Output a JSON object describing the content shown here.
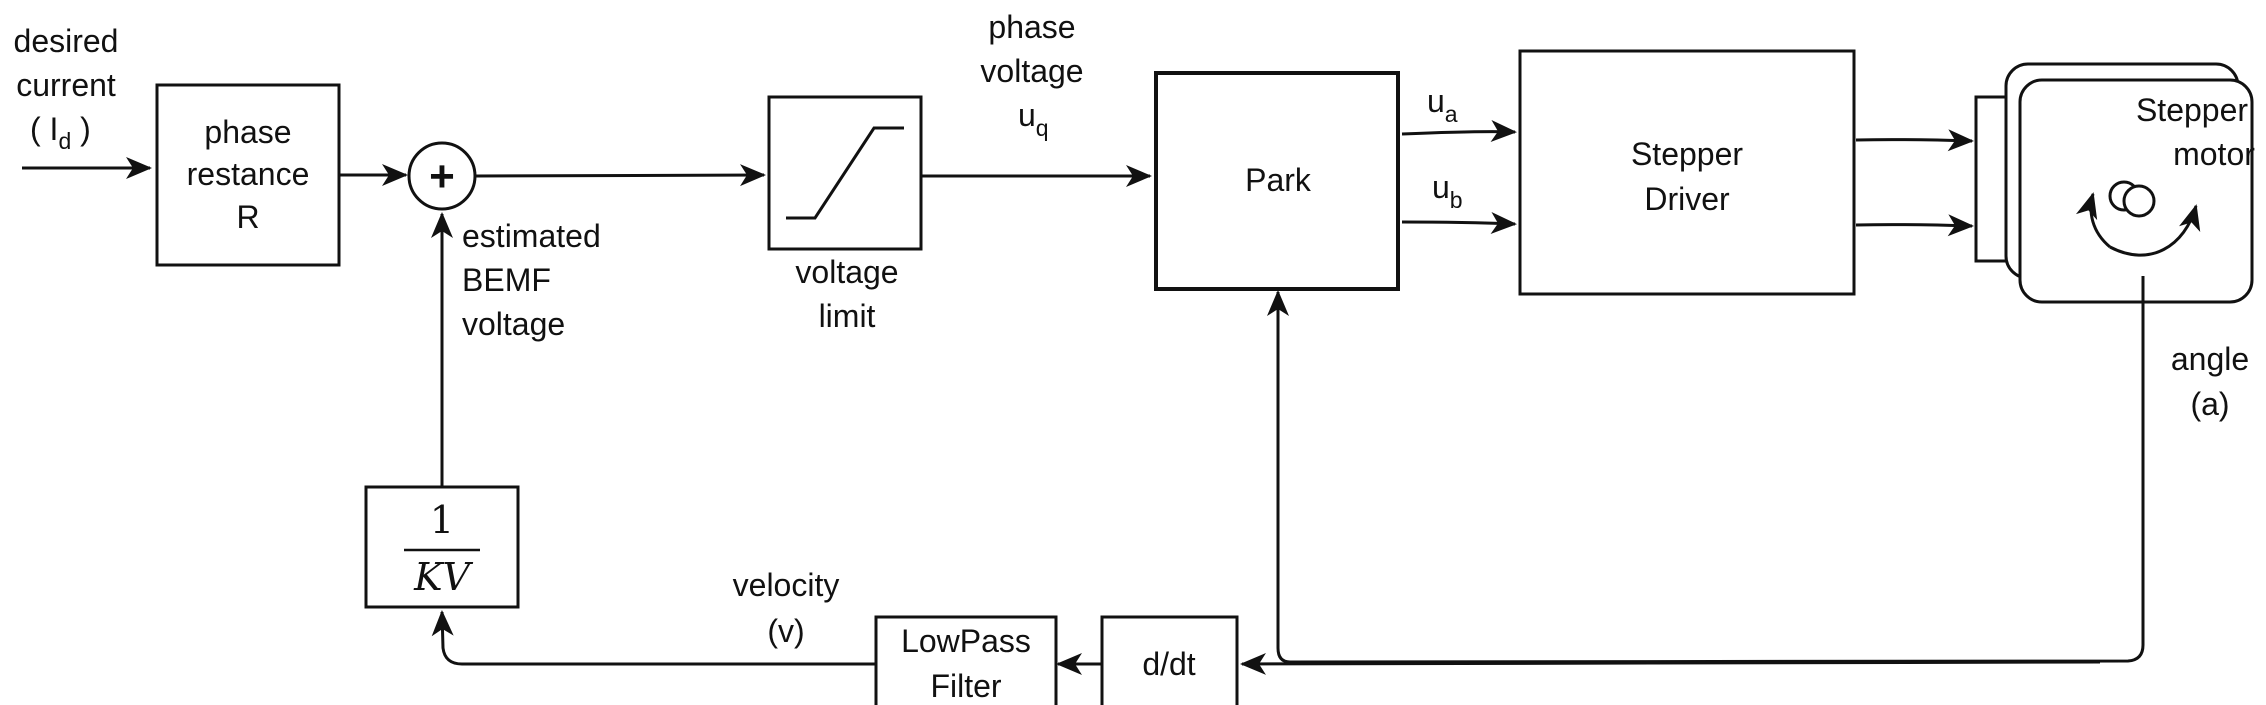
{
  "inputs": {
    "desired_current": [
      "desired",
      "current"
    ],
    "id_open": "( I",
    "id_sub": "d",
    "id_close": " )"
  },
  "blocks": {
    "phase_resistance": [
      "phase",
      "restance",
      "R"
    ],
    "summing_symbol": "+",
    "bemf_label": [
      "estimated",
      "BEMF",
      "voltage"
    ],
    "voltage_limit": [
      "voltage",
      "limit"
    ],
    "phase_voltage": [
      "phase",
      "voltage"
    ],
    "uq_main": "u",
    "uq_sub": "q",
    "park": "Park",
    "ua_main": "u",
    "ua_sub": "a",
    "ub_main": "u",
    "ub_sub": "b",
    "stepper_driver": [
      "Stepper",
      "Driver"
    ],
    "stepper_motor": [
      "Stepper",
      "motor"
    ],
    "angle": [
      "angle",
      "(a)"
    ],
    "ddt": "d/dt",
    "lowpass": [
      "LowPass",
      "Filter"
    ],
    "velocity": [
      "velocity",
      "(v)"
    ],
    "gain_num": "1",
    "gain_den": "KV"
  }
}
